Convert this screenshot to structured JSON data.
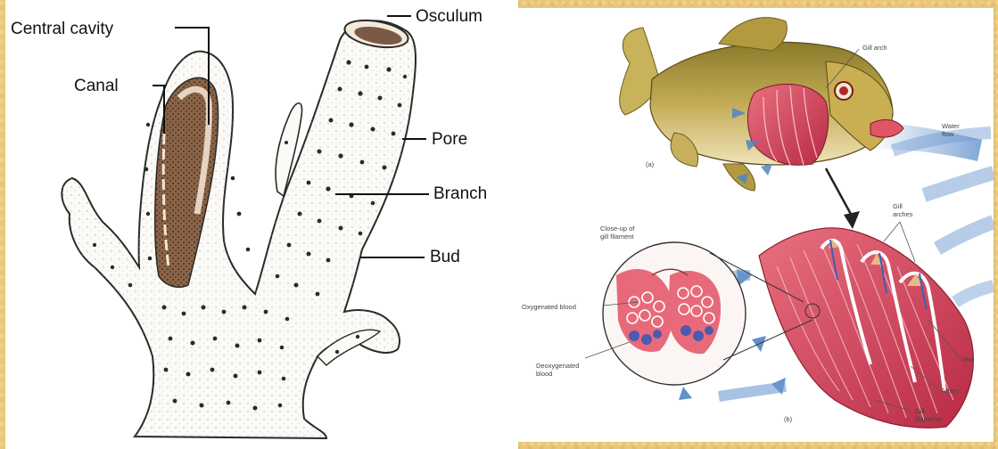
{
  "sponge": {
    "labels": {
      "central_cavity": "Central cavity",
      "canal": "Canal",
      "osculum": "Osculum",
      "pore": "Pore",
      "branch": "Branch",
      "bud": "Bud"
    }
  },
  "fish_gills": {
    "labels": {
      "gill_arch": "Gill arch",
      "water_flow": "Water\nflow",
      "panel_a": "(a)",
      "gill_arches": "Gill\narches",
      "closeup": "Close-up of\ngill filament",
      "oxygenated_blood": "Oxygenated blood",
      "deoxygenated_blood": "Deoxygenated\nblood",
      "vein": "Vein",
      "artery": "Artery",
      "gill_filaments": "Gill\nfilaments",
      "panel_b": "(b)"
    }
  },
  "colors": {
    "frame": "#e9c77a",
    "sponge_ink": "#2a2a2a",
    "sponge_cavity": "#6b4a32",
    "gill_red": "#d9435a",
    "water_blue": "#4f86c6",
    "fish_body": "#b79a45"
  }
}
